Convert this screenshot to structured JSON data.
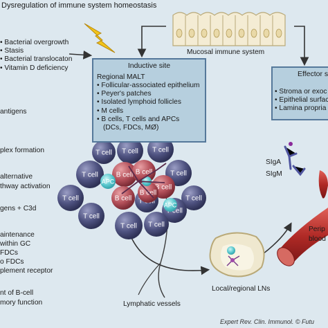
{
  "title": "Dysregulation of immune system homeostasis",
  "causes": [
    "Bacterial overgrowth",
    "Stasis",
    "Bacterial translocaton",
    "Vitamin D deficiency"
  ],
  "left_steps": [
    "antigens",
    "plex formation",
    "alternative",
    "thway activation",
    "gens + C3d",
    "aintenance",
    "within GC",
    "FDCs",
    "o FDCs",
    "plement receptor",
    "nt of B-cell",
    "mory function"
  ],
  "mucosal_label": "Mucosal immune system",
  "inductive": {
    "title": "Inductive site",
    "subtitle": "Regional MALT",
    "items": [
      "Follicular-associated epithelium",
      "Peyer's patches",
      "Isolated lymphoid follicles",
      "M cells",
      "B cells, T cells and APCs",
      "(DCs, FDCs, MØ)"
    ]
  },
  "effector": {
    "title": "Effector s",
    "items": [
      "Stroma or exoc",
      "Epithelial surfac",
      "Lamina propria"
    ]
  },
  "antibodies": [
    "SIgA",
    "SIgM"
  ],
  "cells": {
    "t_cell": "T cell",
    "b_cell": "B cell",
    "apc": "APC"
  },
  "lymph_nodes": "Local/regional LNs",
  "lymphatic_vessels": "Lymphatic vessels",
  "peripheral": [
    "Perip",
    "blood"
  ],
  "citation": "Expert Rev. Clin. Immunol. © Futu",
  "colors": {
    "box_fill": "#b6cfde",
    "box_border": "#55789a",
    "t_cell": "#4b4f78",
    "b_cell": "#a8404a",
    "apc": "#3fb8c0",
    "vessel": "#b02a26"
  }
}
